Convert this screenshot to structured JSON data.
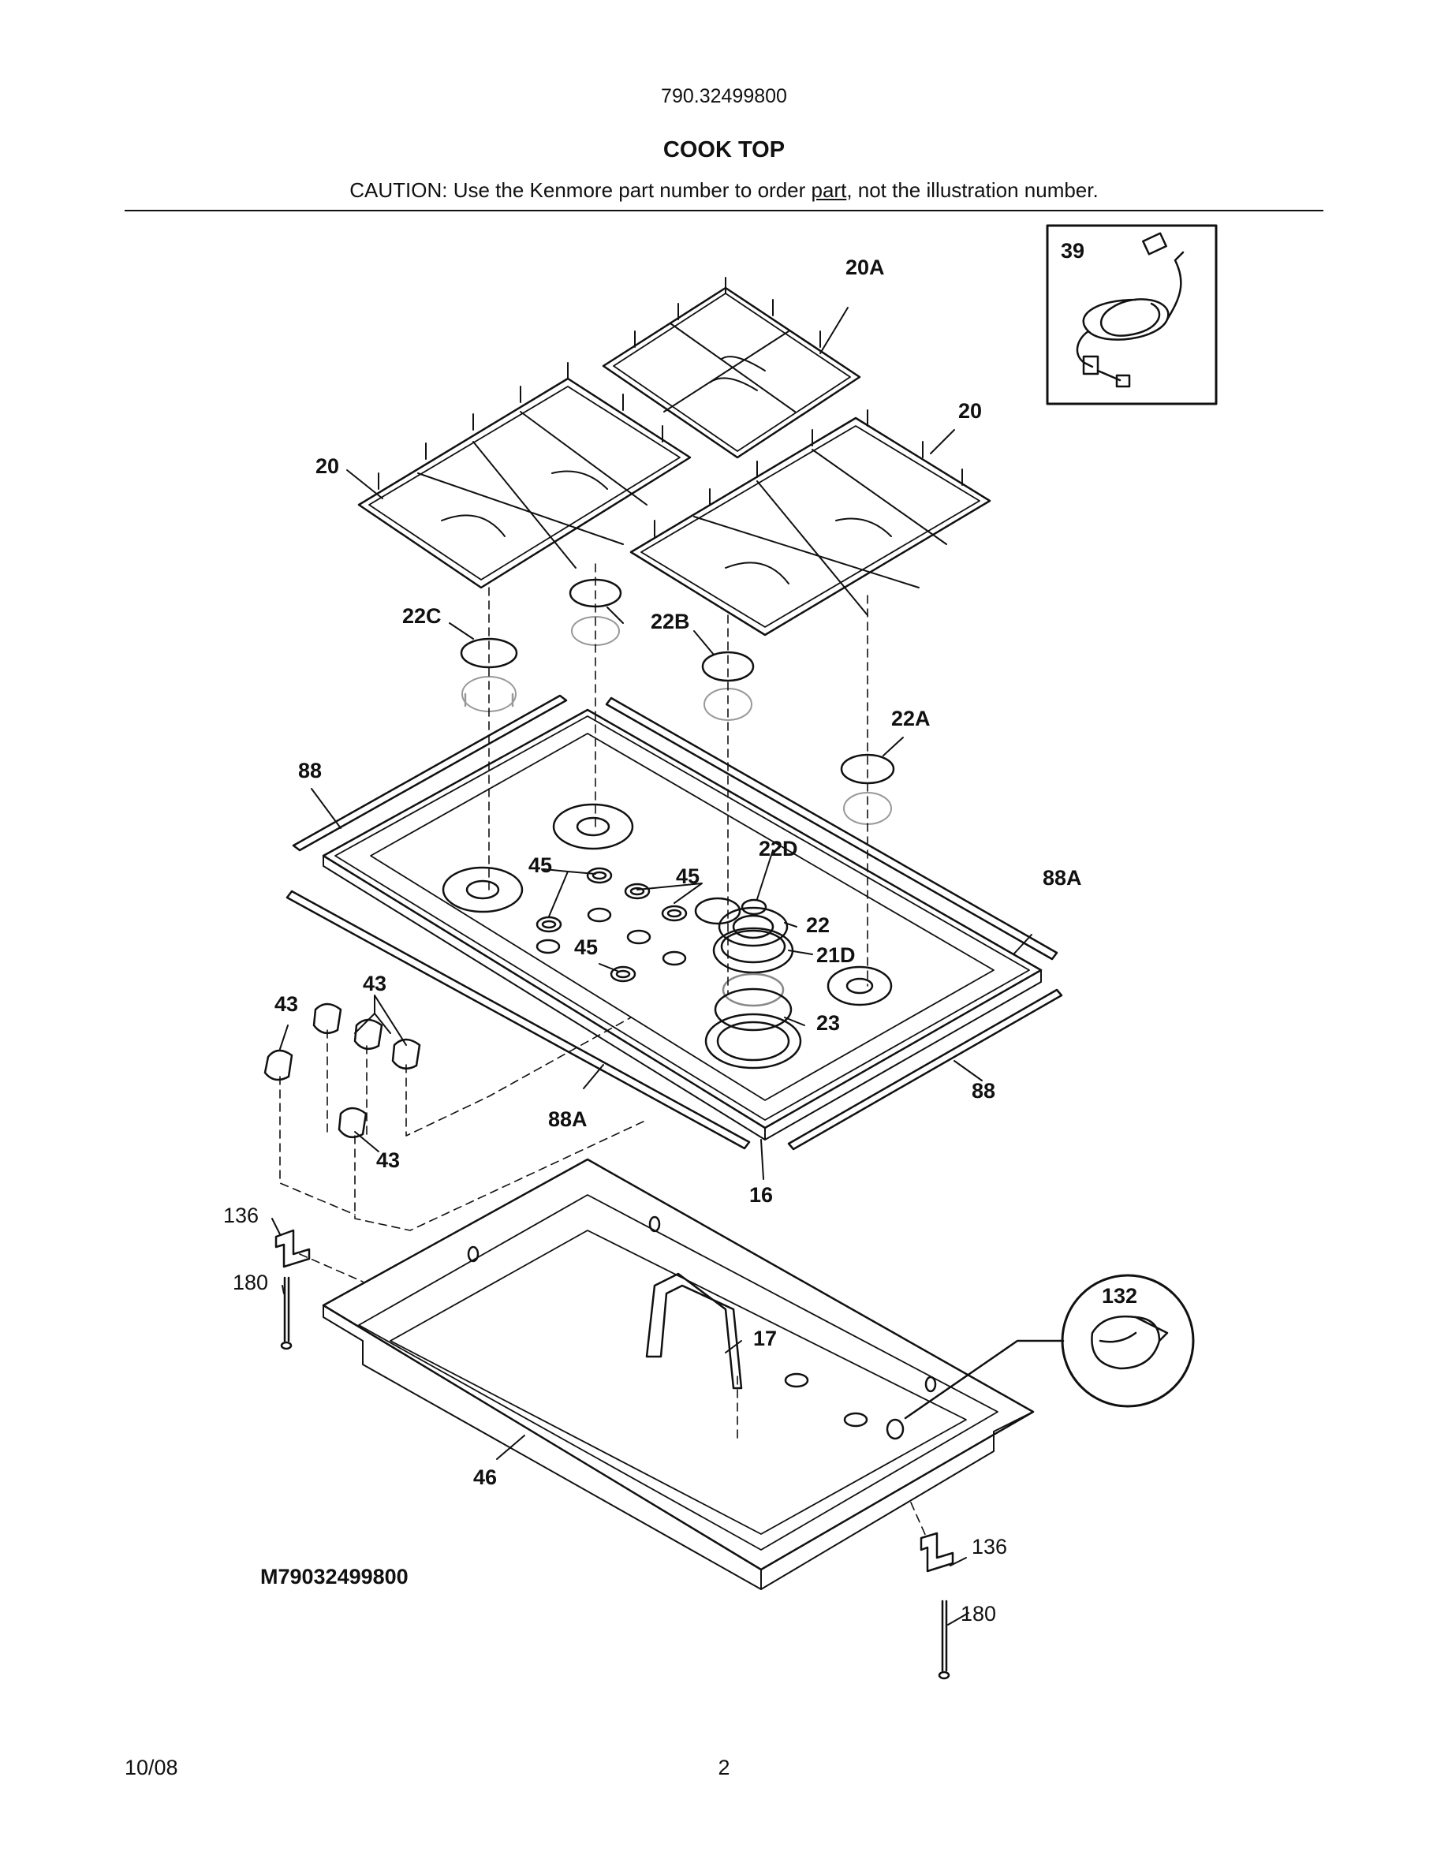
{
  "header": {
    "model_number": "790.32499800",
    "title": "COOK TOP",
    "caution_prefix": "CAUTION: Use the Kenmore part number to order ",
    "caution_underlined": "part",
    "caution_suffix": ", not the illustration number."
  },
  "diagram": {
    "figure_id": "M79032499800",
    "callouts": {
      "c39": "39",
      "c20A": "20A",
      "c20_left": "20",
      "c20_right": "20",
      "c22C": "22C",
      "c22B": "22B",
      "c22A": "22A",
      "c88_left": "88",
      "c88_right": "88",
      "c88A_right": "88A",
      "c88A_bottom": "88A",
      "c45_a": "45",
      "c45_b": "45",
      "c45_c": "45",
      "c22D": "22D",
      "c22": "22",
      "c21D": "21D",
      "c23": "23",
      "c43_a": "43",
      "c43_b": "43",
      "c43_c": "43",
      "c16": "16",
      "c136_left": "136",
      "c180_left": "180",
      "c132": "132",
      "c17": "17",
      "c46": "46",
      "c136_right": "136",
      "c180_right": "180"
    }
  },
  "footer": {
    "date": "10/08",
    "page": "2"
  }
}
